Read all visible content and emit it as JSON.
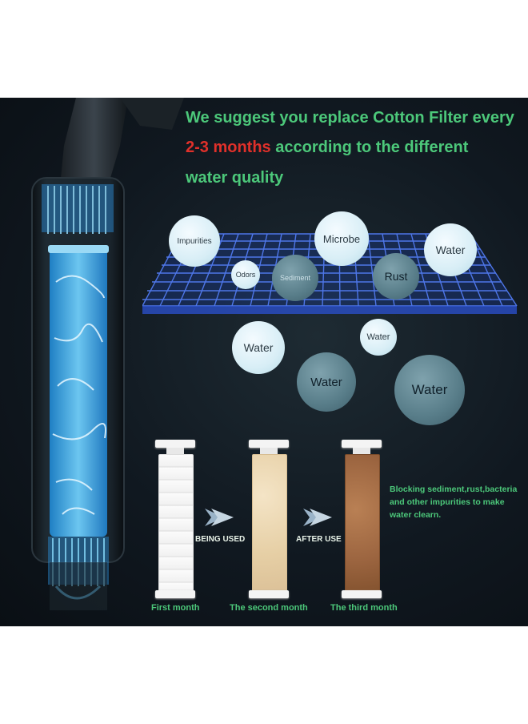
{
  "headline": {
    "line1": "We suggest you replace Cotton Filter every",
    "line2_highlight": "2-3 months",
    "line2_rest": " according to the different",
    "line3": "water quality"
  },
  "grid_bubbles": {
    "impurities": "Impurities",
    "microbe": "Microbe",
    "water": "Water",
    "odors": "Odors",
    "sediment": "Sediment",
    "rust": "Rust"
  },
  "water_bubbles": {
    "w1": "Water",
    "w2": "Water",
    "w3": "Water",
    "w4": "Water"
  },
  "stages": {
    "being_used": "BEING USED",
    "after_use": "AFTER USE",
    "first_month": "First month",
    "second_month": "The second month",
    "third_month": "The third month"
  },
  "description": "Blocking sediment,rust,bacteria and other impurities  to make water clearn.",
  "colors": {
    "accent_green": "#4cc87a",
    "highlight_red": "#e0302a",
    "grid_blue": "#3f63d8",
    "water_blue": "#3aa6e0",
    "cartridge_white": "#f7f7f7",
    "cartridge_beige": "#ecd9b8",
    "cartridge_brown": "#a8714a"
  }
}
